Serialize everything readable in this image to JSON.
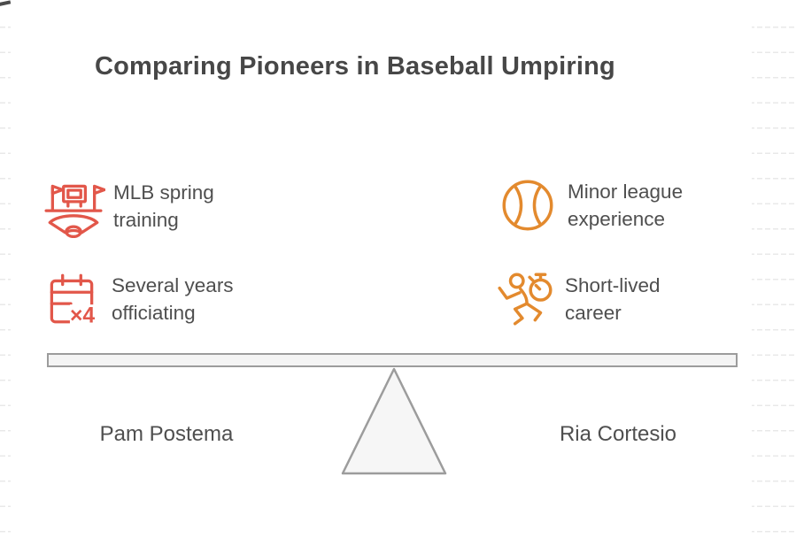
{
  "title": "Comparing Pioneers in Baseball Umpiring",
  "colors": {
    "left_accent": "#e2574a",
    "right_accent": "#e38a2e",
    "text": "#4f4f4f",
    "title_text": "#474747",
    "beam_fill": "#f4f4f4",
    "beam_stroke": "#9c9c9c"
  },
  "comparison": {
    "left": {
      "name": "Pam Postema",
      "features": [
        {
          "icon": "stadium-icon",
          "line1": "MLB spring",
          "line2": "training"
        },
        {
          "icon": "calendar-x4-icon",
          "line1": "Several years",
          "line2": "officiating",
          "badge": "×4"
        }
      ]
    },
    "right": {
      "name": "Ria Cortesio",
      "features": [
        {
          "icon": "baseball-icon",
          "line1": "Minor league",
          "line2": "experience"
        },
        {
          "icon": "runner-stopwatch-icon",
          "line1": "Short-lived",
          "line2": "career"
        }
      ]
    }
  }
}
